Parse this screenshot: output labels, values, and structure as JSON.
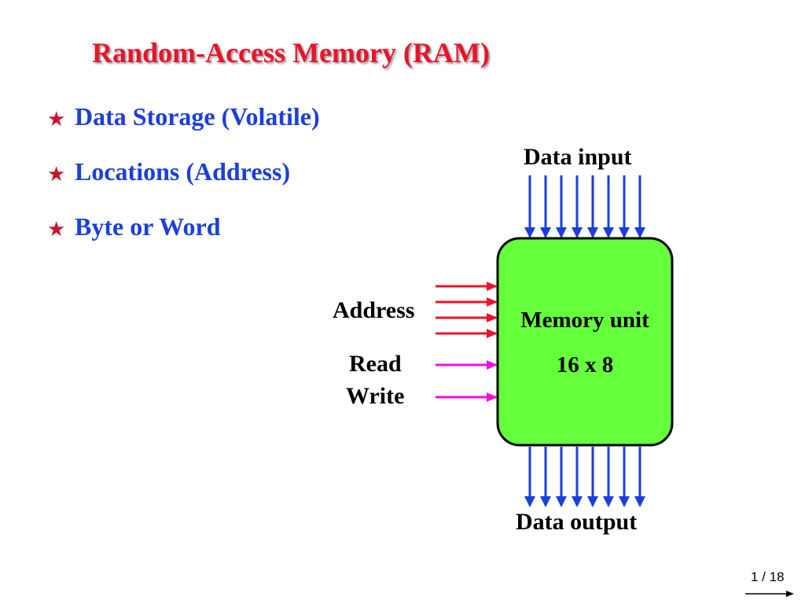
{
  "slide": {
    "title": "Random-Access Memory (RAM)",
    "bullets": [
      {
        "label": "Data Storage (Volatile)"
      },
      {
        "label": "Locations (Address)"
      },
      {
        "label": "Byte or Word"
      }
    ]
  },
  "diagram": {
    "block_title": "Memory unit",
    "block_size": "16 x 8",
    "data_input_label": "Data input",
    "data_output_label": "Data output",
    "address_label": "Address",
    "read_label": "Read",
    "write_label": "Write",
    "data_line_count": 8,
    "address_line_count": 4,
    "colors": {
      "block_fill": "#66ff3c",
      "data_lines": "#1a3fdc",
      "address_lines": "#e8142b",
      "control_lines": "#ee10e0"
    }
  },
  "footer": {
    "page": "1 / 18"
  },
  "icons": {
    "bullet": "star-icon"
  }
}
